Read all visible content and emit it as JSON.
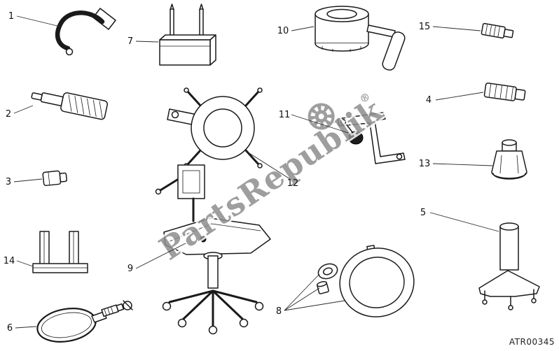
{
  "part_code": "ATR00345",
  "watermark": {
    "text": "PartsRepublik",
    "registered": "®",
    "logo": "gear-icon"
  },
  "callouts": [
    {
      "label": "1"
    },
    {
      "label": "2"
    },
    {
      "label": "3"
    },
    {
      "label": "4"
    },
    {
      "label": "5"
    },
    {
      "label": "6"
    },
    {
      "label": "7"
    },
    {
      "label": "8"
    },
    {
      "label": "9"
    },
    {
      "label": "10"
    },
    {
      "label": "11"
    },
    {
      "label": "12"
    },
    {
      "label": "13"
    },
    {
      "label": "14"
    },
    {
      "label": "15"
    }
  ]
}
